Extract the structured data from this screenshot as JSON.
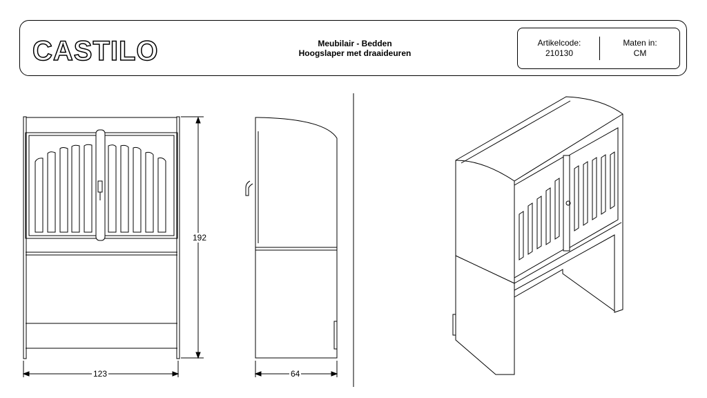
{
  "header": {
    "logo_text": "CASTILO",
    "category": "Meubilair - Bedden",
    "product": "Hoogslaper met draaideuren",
    "article_label": "Artikelcode:",
    "article_code": "210130",
    "units_label": "Maten in:",
    "units_value": "CM"
  },
  "dimensions": {
    "height": "192",
    "width": "123",
    "depth": "64"
  }
}
